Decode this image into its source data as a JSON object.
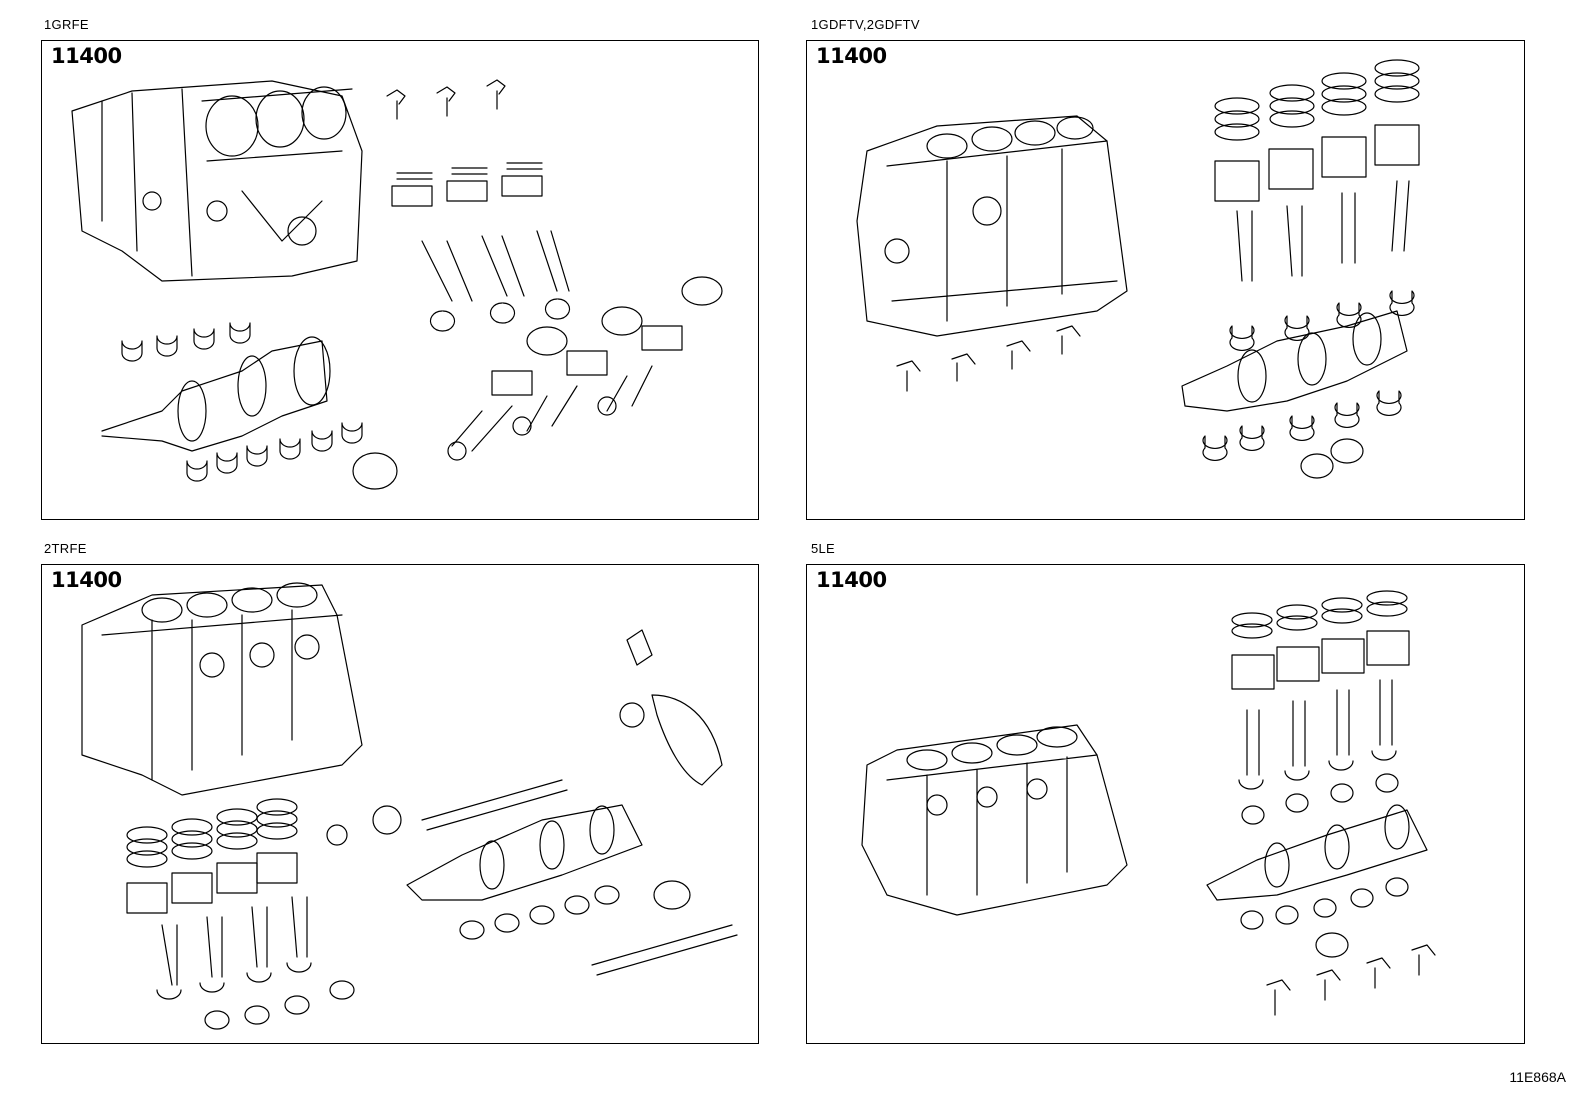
{
  "panels": [
    {
      "engine": "1GRFE",
      "part_number": "11400"
    },
    {
      "engine": "1GDFTV,2GDFTV",
      "part_number": "11400"
    },
    {
      "engine": "2TRFE",
      "part_number": "11400"
    },
    {
      "engine": "5LE",
      "part_number": "11400"
    }
  ],
  "illustration_code": "11E868A"
}
